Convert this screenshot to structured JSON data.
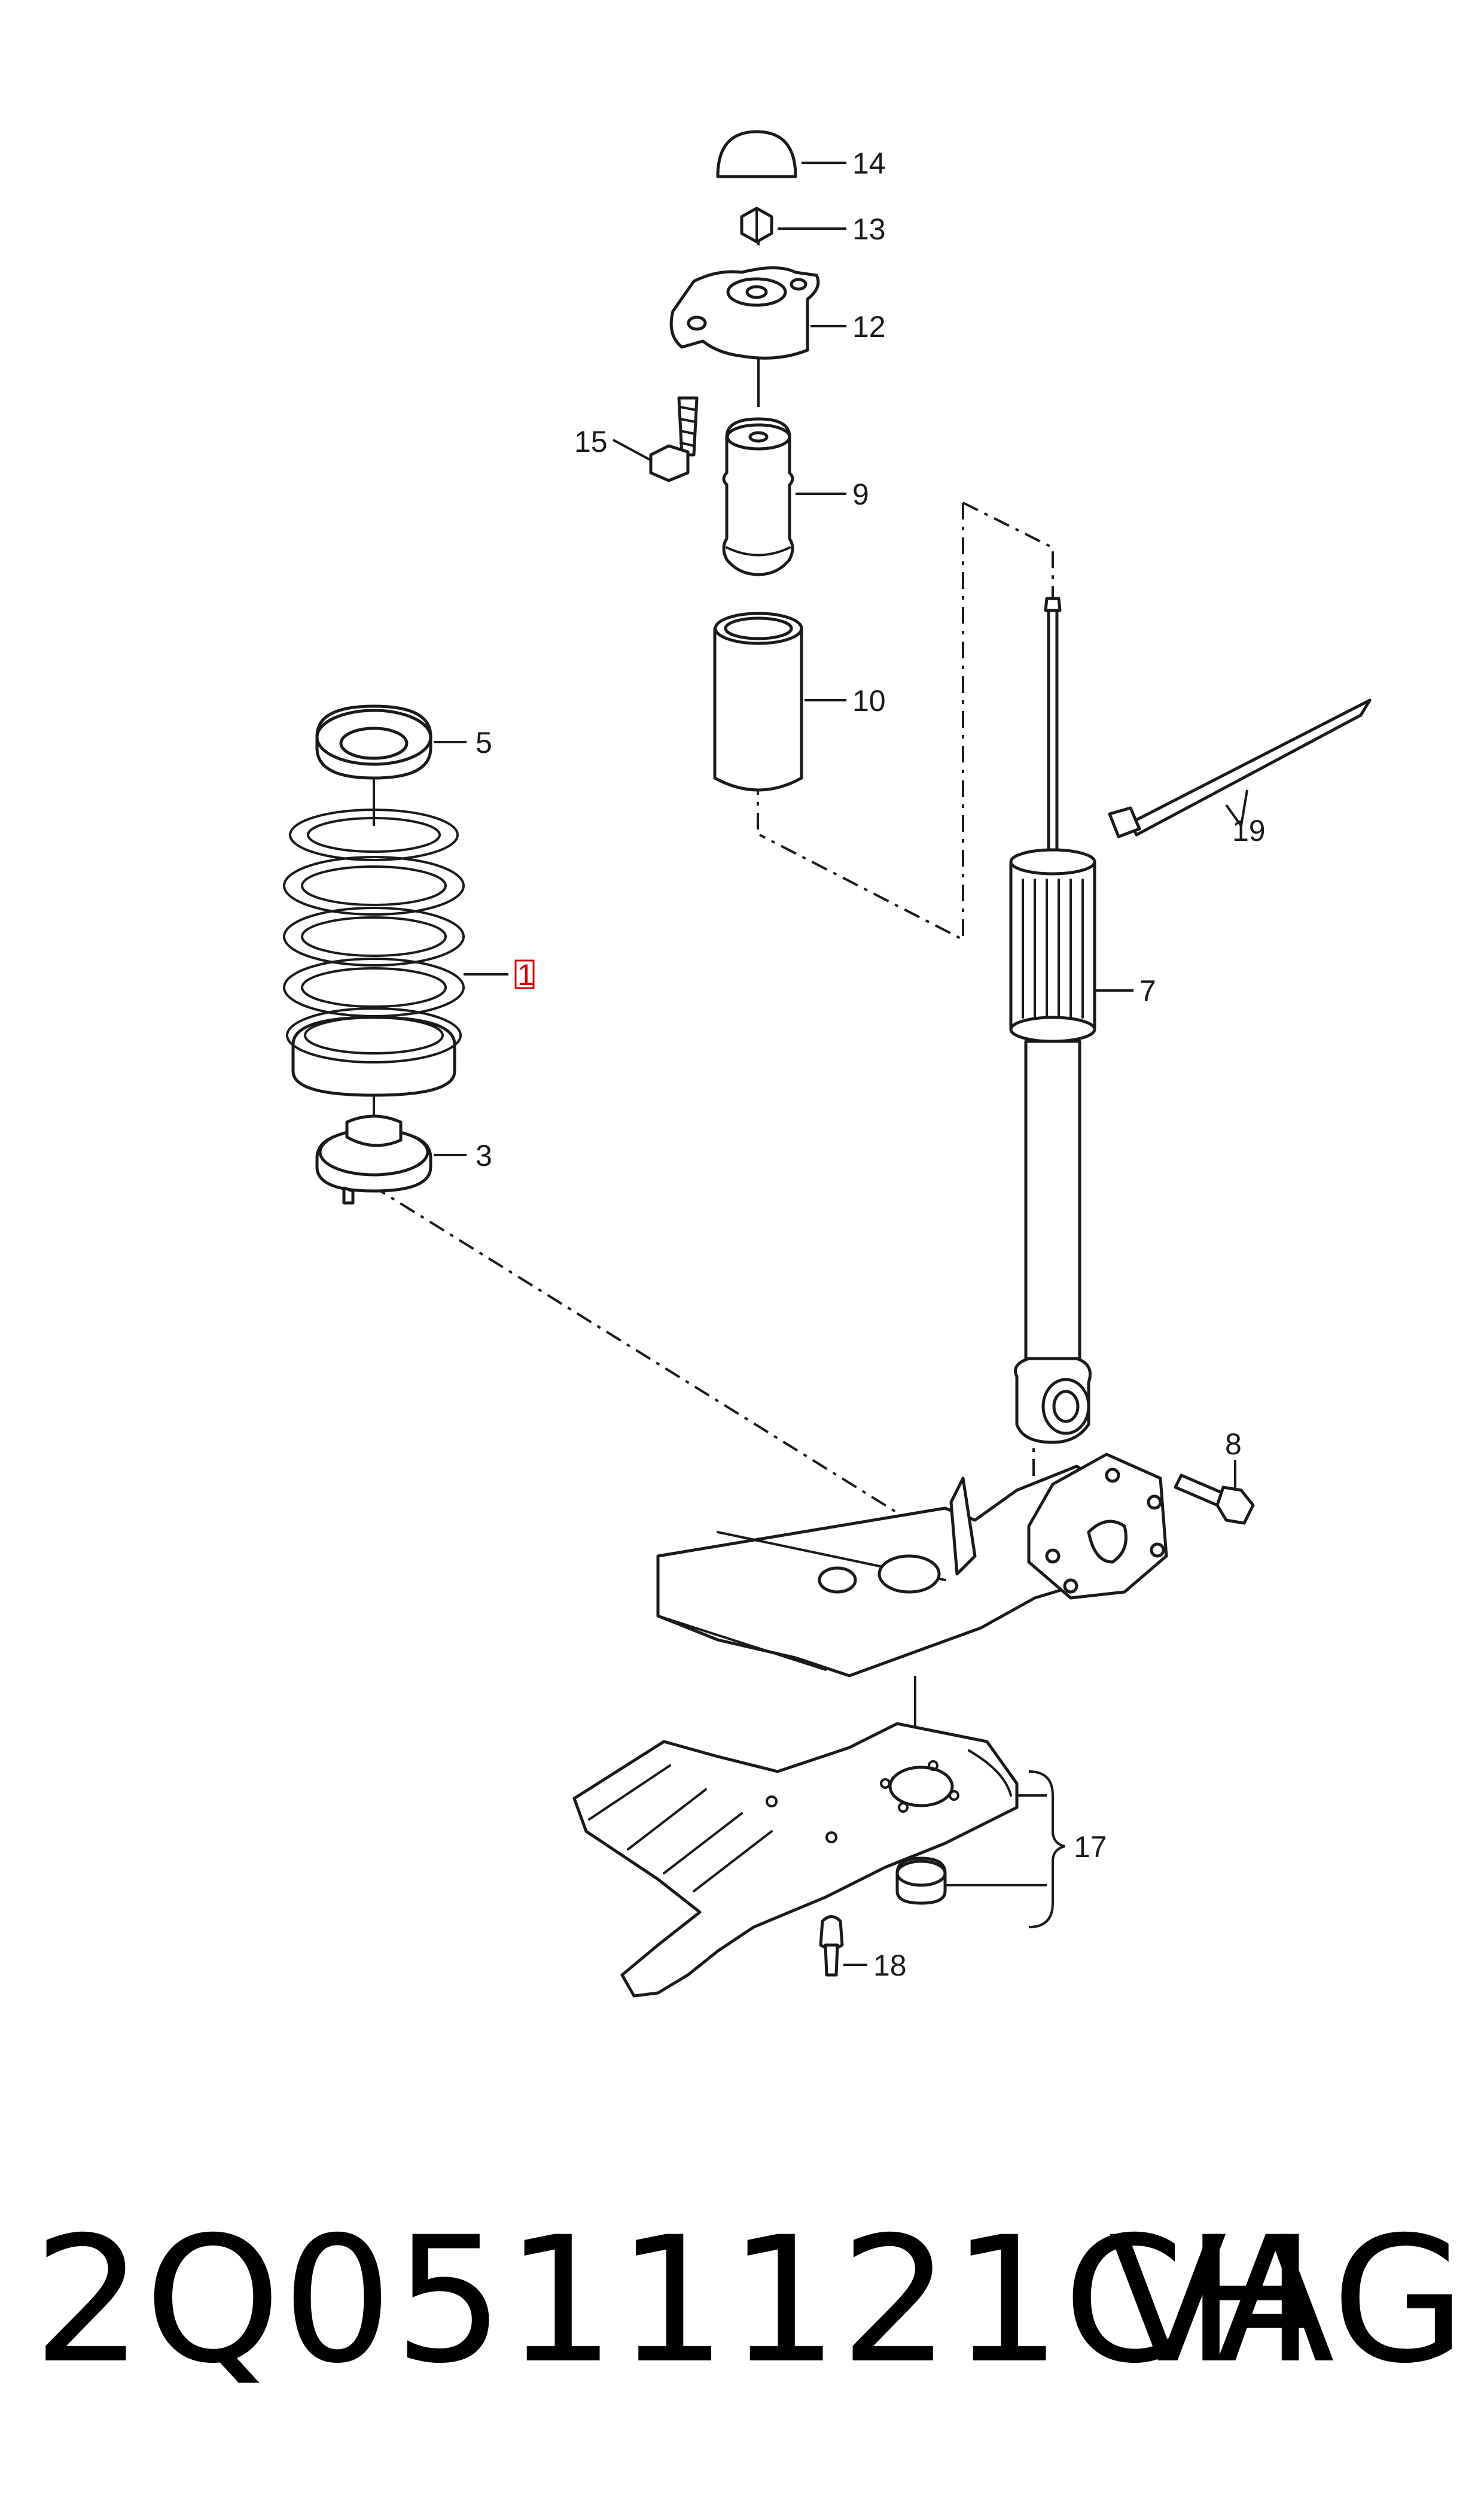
{
  "diagram": {
    "callouts": {
      "c1": "1",
      "c3": "3",
      "c5": "5",
      "c7": "7",
      "c8": "8",
      "c9": "9",
      "c10": "10",
      "c12": "12",
      "c13": "13",
      "c14": "14",
      "c15": "15",
      "c17": "17",
      "c18": "18",
      "c19": "19"
    },
    "highlight_color": "#cc0000",
    "line_color": "#1a1a1a"
  },
  "footer": {
    "part_number": "2Q0511121CH",
    "brand": "VAG"
  }
}
